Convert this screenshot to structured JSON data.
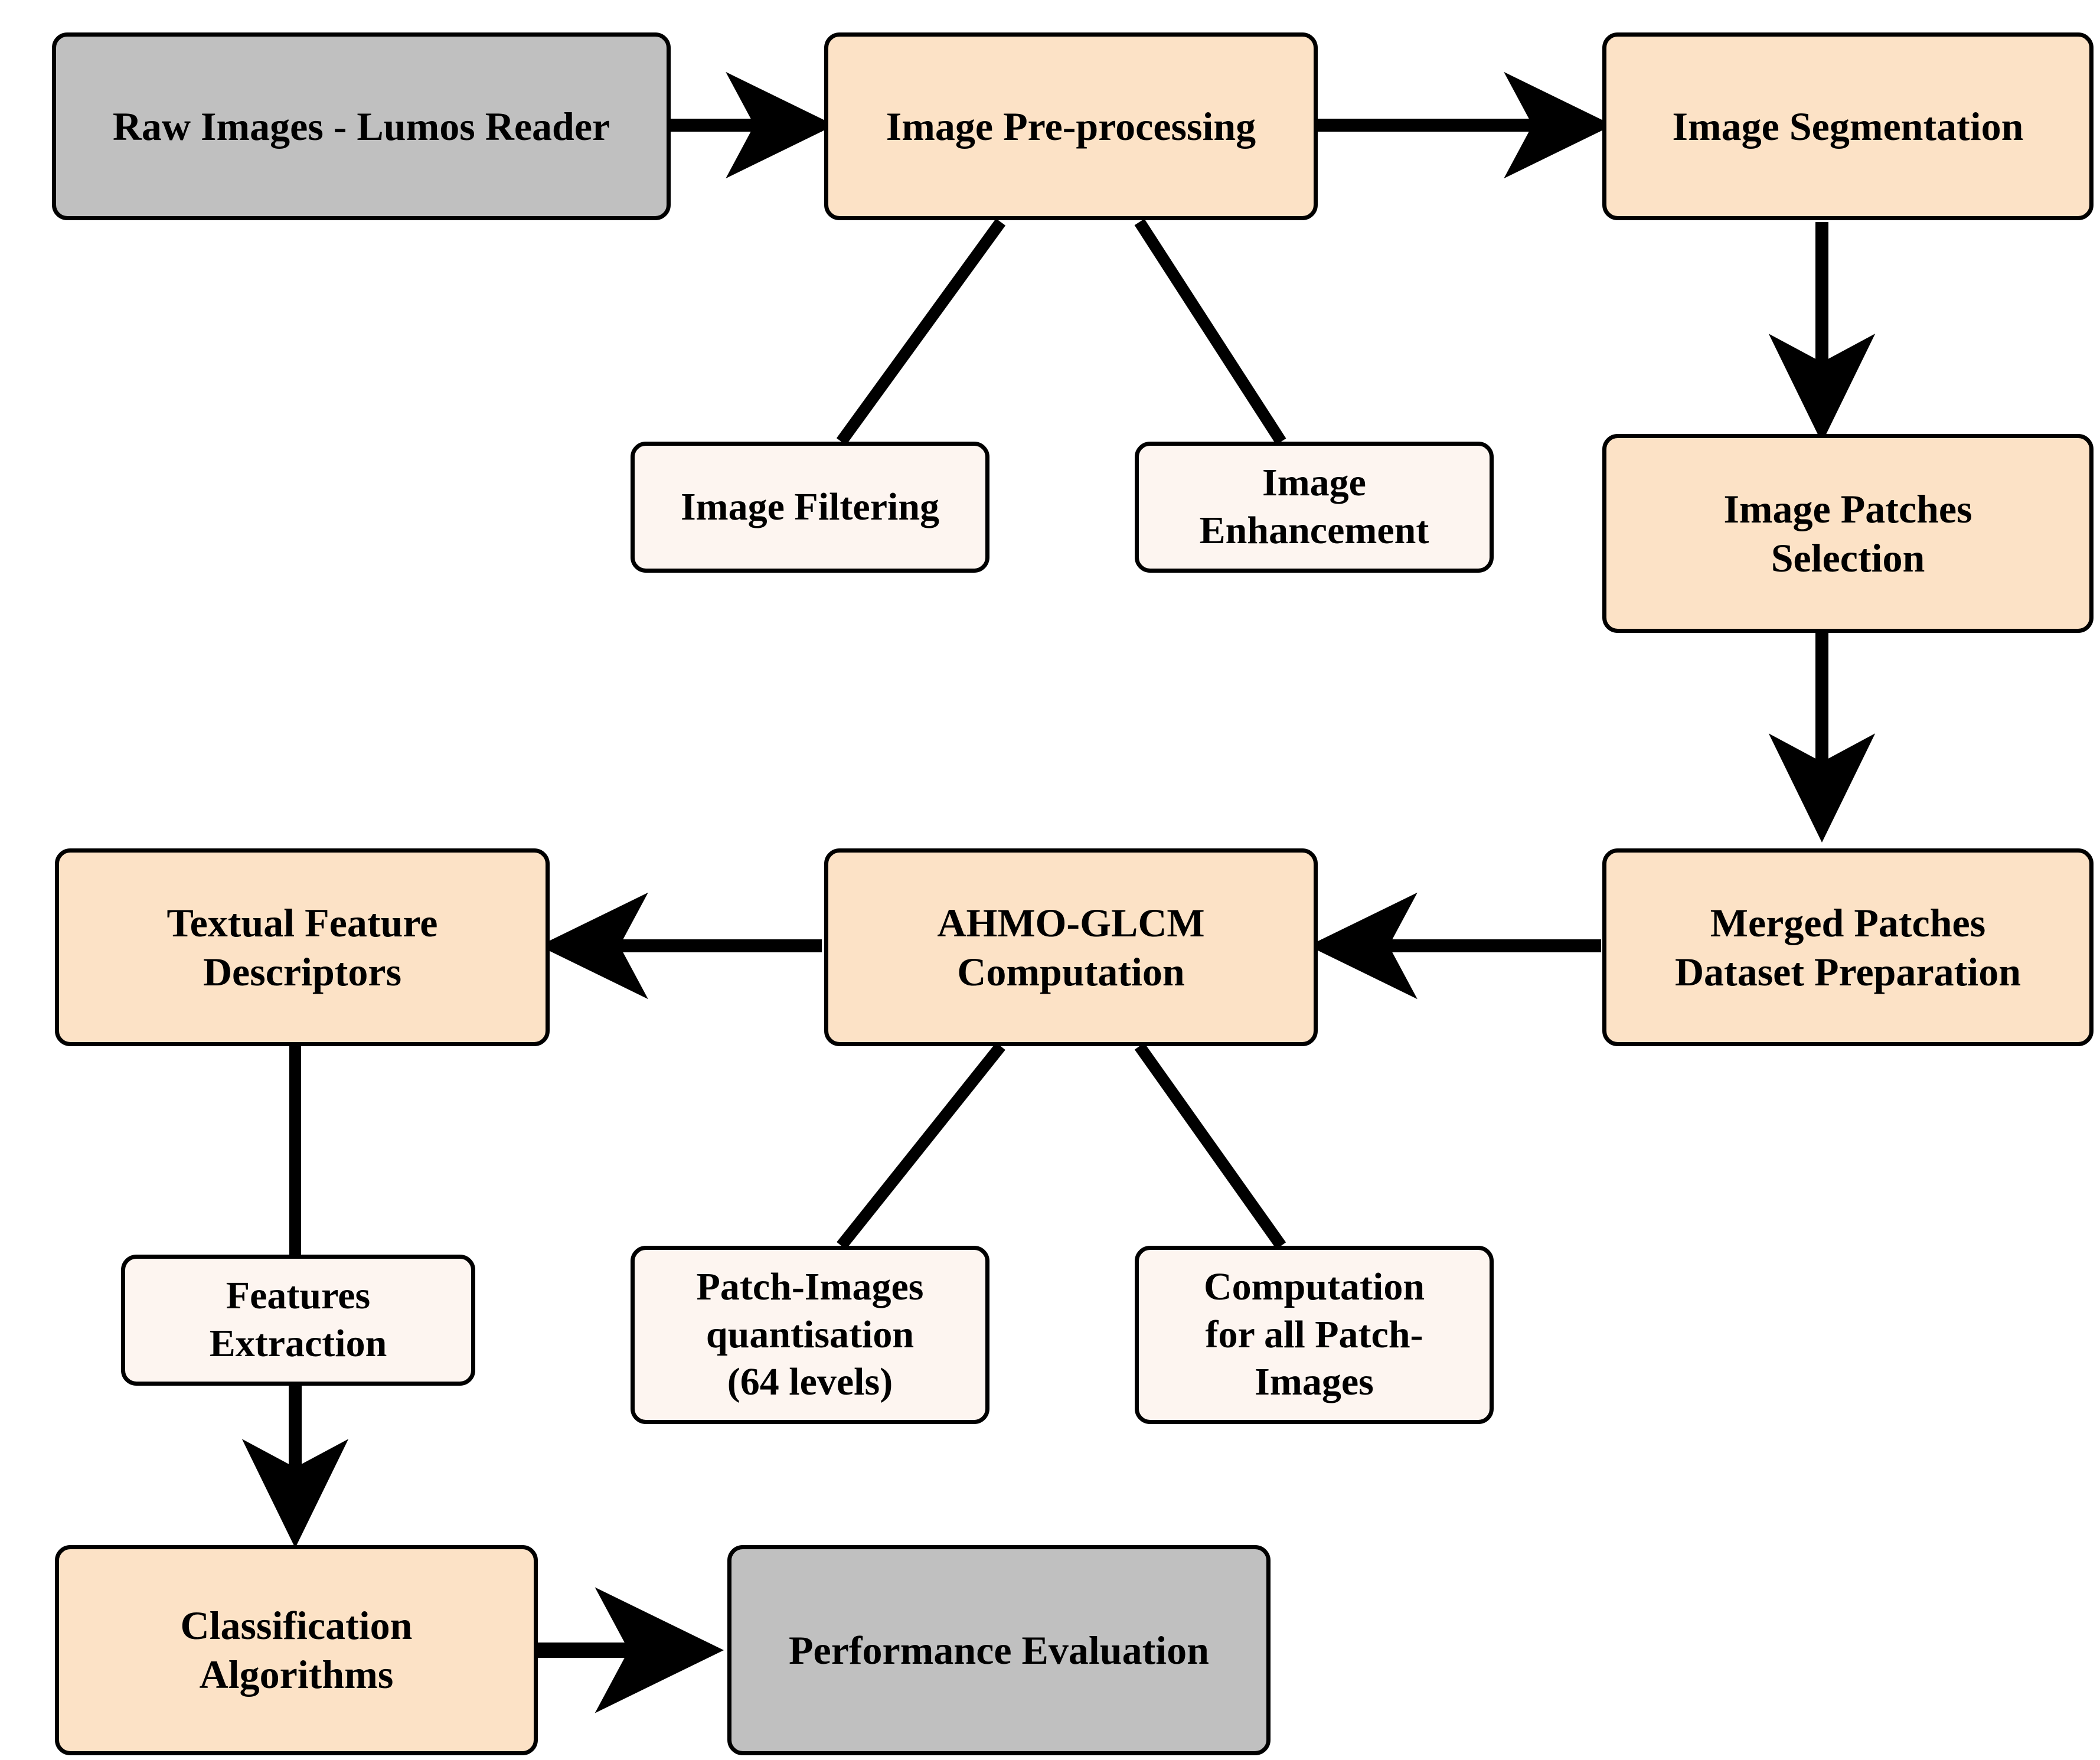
{
  "diagram": {
    "title": "AHMO-GLCM image analysis pipeline flowchart",
    "colors": {
      "terminal_fill": "#c0c0c0",
      "process_fill": "#fce2c6",
      "subprocess_fill": "#fdf5f0",
      "stroke": "#000000",
      "background": "#ffffff"
    },
    "nodes": [
      {
        "id": "raw_images",
        "label": "Raw Images - Lumos Reader",
        "kind": "terminal"
      },
      {
        "id": "preprocessing",
        "label": "Image Pre-processing",
        "kind": "process"
      },
      {
        "id": "segmentation",
        "label": "Image Segmentation",
        "kind": "process"
      },
      {
        "id": "filtering",
        "label": "Image Filtering",
        "kind": "subprocess"
      },
      {
        "id": "enhancement",
        "label": "Image\nEnhancement",
        "kind": "subprocess"
      },
      {
        "id": "patches_selection",
        "label": "Image  Patches\nSelection",
        "kind": "process"
      },
      {
        "id": "merged_patches",
        "label": "Merged  Patches\nDataset Preparation",
        "kind": "process"
      },
      {
        "id": "ahmo_glcm",
        "label": "AHMO-GLCM\nComputation",
        "kind": "process"
      },
      {
        "id": "textual_features",
        "label": "Textual  Feature\nDescriptors",
        "kind": "process"
      },
      {
        "id": "quantisation",
        "label": "Patch-Images\nquantisation\n(64 levels)",
        "kind": "subprocess"
      },
      {
        "id": "computation_all",
        "label": "Computation\nfor all Patch-\nImages",
        "kind": "subprocess"
      },
      {
        "id": "features_extraction",
        "label": "Features\nExtraction",
        "kind": "subprocess"
      },
      {
        "id": "classification",
        "label": "Classification\nAlgorithms",
        "kind": "process"
      },
      {
        "id": "performance",
        "label": "Performance Evaluation",
        "kind": "terminal"
      }
    ],
    "edges": [
      {
        "from": "raw_images",
        "to": "preprocessing",
        "style": "arrow",
        "direction": "right"
      },
      {
        "from": "preprocessing",
        "to": "segmentation",
        "style": "arrow",
        "direction": "right"
      },
      {
        "from": "preprocessing",
        "to": "filtering",
        "style": "line",
        "direction": "down-left"
      },
      {
        "from": "preprocessing",
        "to": "enhancement",
        "style": "line",
        "direction": "down-right"
      },
      {
        "from": "segmentation",
        "to": "patches_selection",
        "style": "arrow",
        "direction": "down"
      },
      {
        "from": "patches_selection",
        "to": "merged_patches",
        "style": "arrow",
        "direction": "down"
      },
      {
        "from": "merged_patches",
        "to": "ahmo_glcm",
        "style": "arrow",
        "direction": "left"
      },
      {
        "from": "ahmo_glcm",
        "to": "textual_features",
        "style": "arrow",
        "direction": "left"
      },
      {
        "from": "ahmo_glcm",
        "to": "quantisation",
        "style": "line",
        "direction": "down-left"
      },
      {
        "from": "ahmo_glcm",
        "to": "computation_all",
        "style": "line",
        "direction": "down-right"
      },
      {
        "from": "textual_features",
        "to": "features_extraction",
        "style": "line",
        "direction": "down"
      },
      {
        "from": "features_extraction",
        "to": "classification",
        "style": "arrow",
        "direction": "down"
      },
      {
        "from": "classification",
        "to": "performance",
        "style": "arrow",
        "direction": "right"
      }
    ]
  }
}
